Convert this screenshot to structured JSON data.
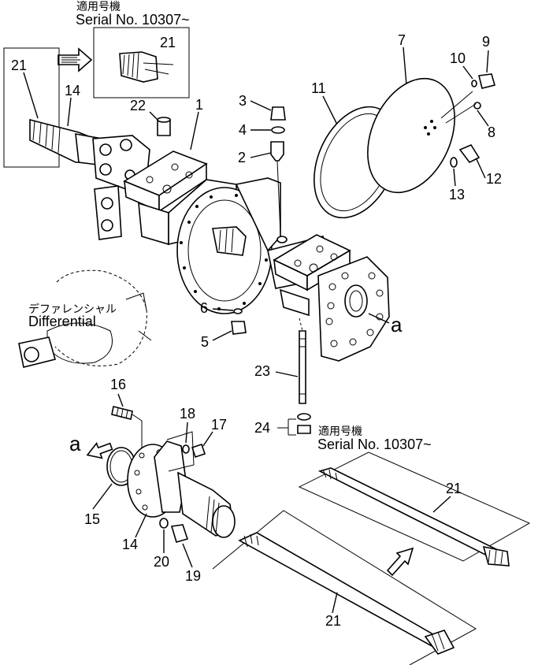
{
  "applicable_header_jp": "適用号機",
  "serial_label": "Serial No. 10307~",
  "differential_jp": "デファレンシャル",
  "differential_en": "Differential",
  "ref_a": "a",
  "part_numbers": {
    "p1": "1",
    "p2": "2",
    "p3": "3",
    "p4": "4",
    "p5": "5",
    "p6": "6",
    "p7": "7",
    "p8": "8",
    "p9": "9",
    "p10": "10",
    "p11": "11",
    "p12": "12",
    "p13": "13",
    "p14": "14",
    "p15": "15",
    "p16": "16",
    "p17": "17",
    "p18": "18",
    "p19": "19",
    "p20": "20",
    "p21": "21",
    "p22": "22",
    "p23": "23",
    "p24": "24"
  }
}
